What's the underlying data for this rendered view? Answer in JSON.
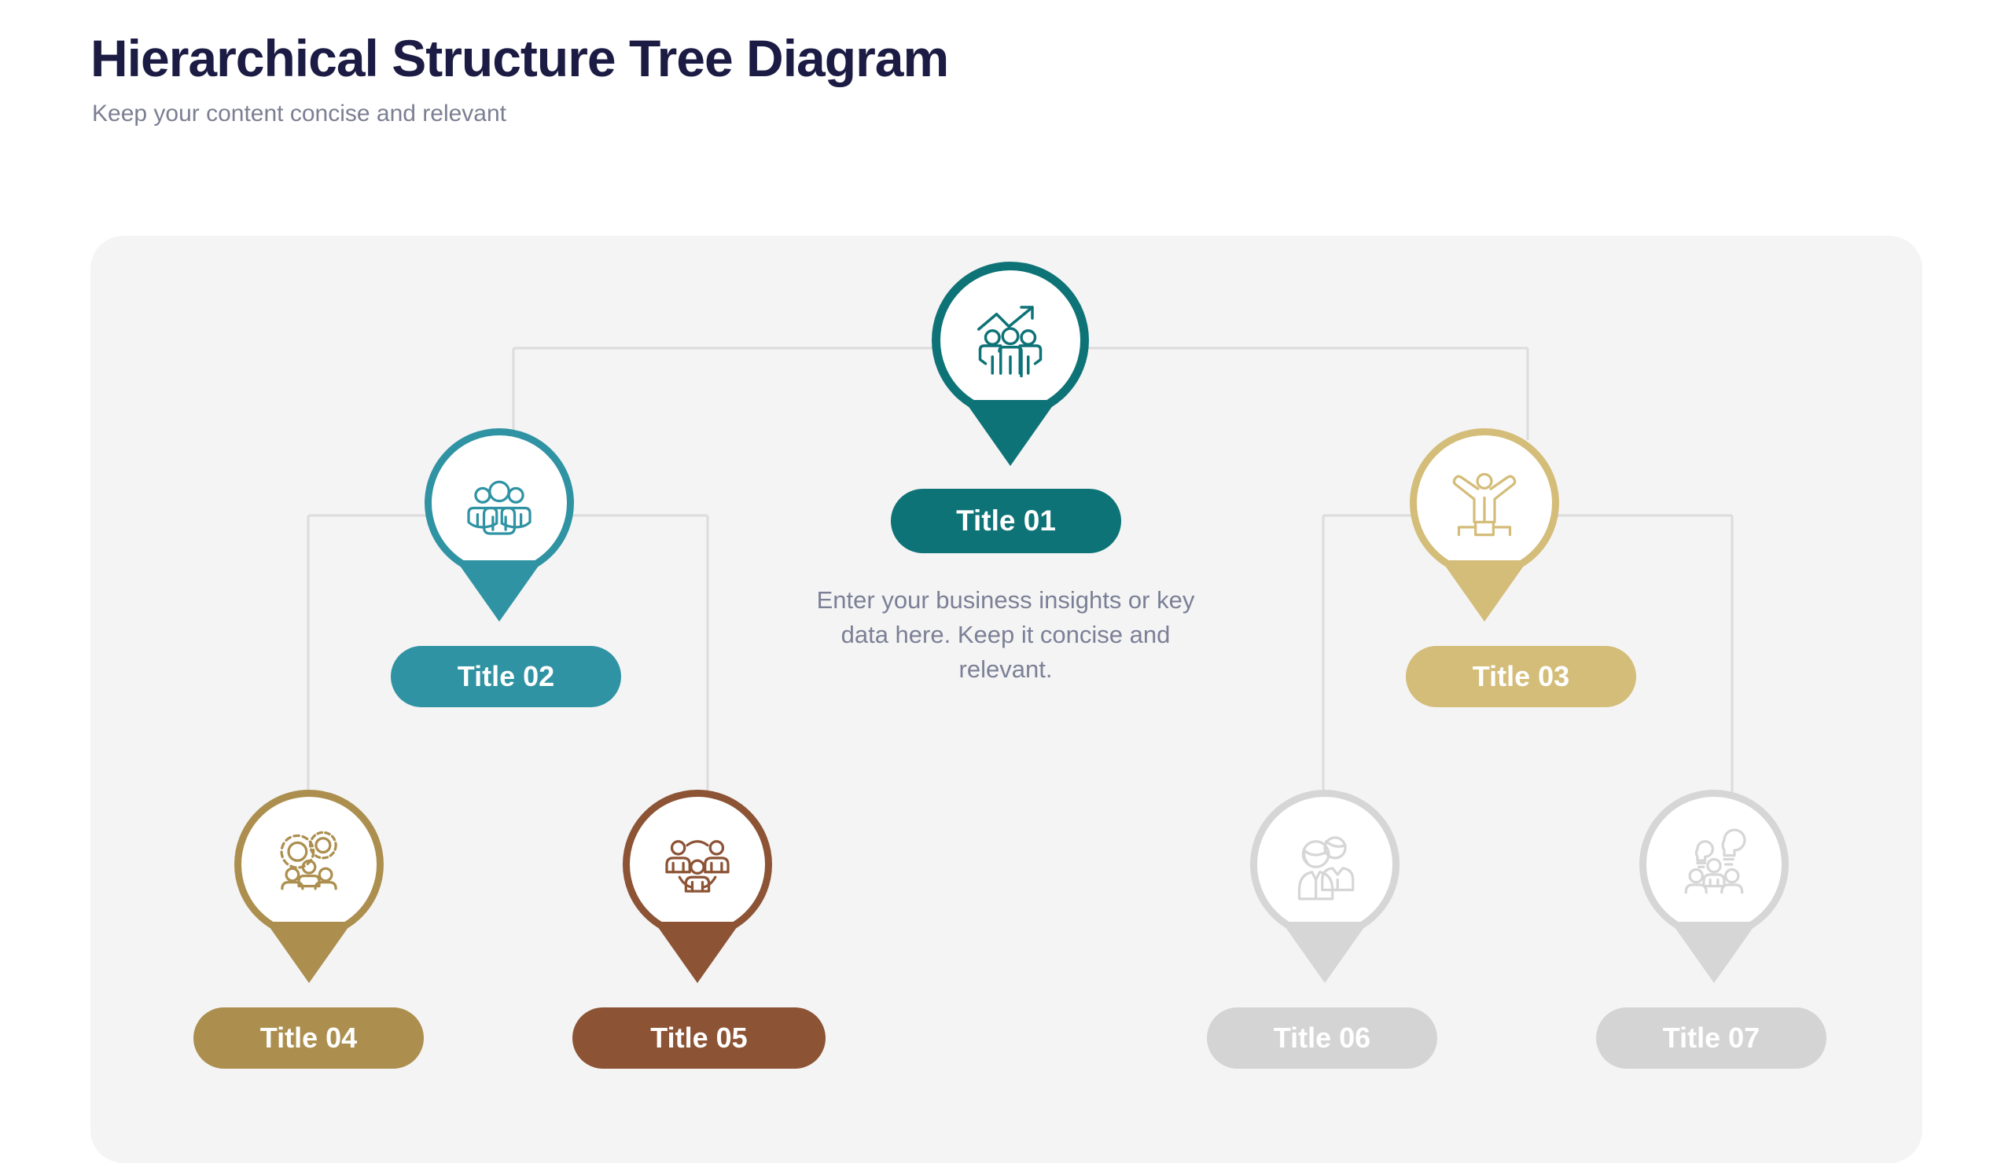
{
  "header": {
    "title": "Hierarchical Structure Tree Diagram",
    "subtitle": "Keep your content concise and relevant"
  },
  "colors": {
    "title_color": "#1b1b44",
    "subtitle_color": "#7b7f92",
    "board_bg": "#f4f4f4",
    "connector": "#dcdcdc",
    "node_01": "#0e7377",
    "node_02": "#2f93a3",
    "node_03": "#d4bd79",
    "node_04": "#ac8f4f",
    "node_05": "#8c5334",
    "node_06": "#d4d4d4",
    "node_07": "#d4d4d4"
  },
  "description": "Enter your business insights or key data here. Keep it concise and relevant.",
  "chart_data": {
    "type": "diagram",
    "title": "Hierarchical Structure Tree Diagram",
    "subtitle": "Keep your content concise and relevant",
    "layout": "tree",
    "levels": 3,
    "nodes": [
      {
        "id": "n1",
        "label": "Title 01",
        "level": 0,
        "color": "#0e7377",
        "icon": "team-growth-chart-icon",
        "parent": null
      },
      {
        "id": "n2",
        "label": "Title 02",
        "level": 1,
        "color": "#2f93a3",
        "icon": "group-of-people-icon",
        "parent": "n1"
      },
      {
        "id": "n3",
        "label": "Title 03",
        "level": 1,
        "color": "#d4bd79",
        "icon": "person-on-podium-icon",
        "parent": "n1"
      },
      {
        "id": "n4",
        "label": "Title 04",
        "level": 2,
        "color": "#ac8f4f",
        "icon": "gears-with-people-icon",
        "parent": "n2"
      },
      {
        "id": "n5",
        "label": "Title 05",
        "level": 2,
        "color": "#8c5334",
        "icon": "people-network-icon",
        "parent": "n2"
      },
      {
        "id": "n6",
        "label": "Title 06",
        "level": 2,
        "color": "#d4d4d4",
        "icon": "two-people-icon",
        "parent": "n3"
      },
      {
        "id": "n7",
        "label": "Title 07",
        "level": 2,
        "color": "#d4d4d4",
        "icon": "people-with-ideas-icon",
        "parent": "n3"
      }
    ],
    "edges": [
      {
        "from": "n1",
        "to": "n2"
      },
      {
        "from": "n1",
        "to": "n3"
      },
      {
        "from": "n2",
        "to": "n4"
      },
      {
        "from": "n2",
        "to": "n5"
      },
      {
        "from": "n3",
        "to": "n6"
      },
      {
        "from": "n3",
        "to": "n7"
      }
    ]
  },
  "nodes": {
    "n1": {
      "label": "Title 01"
    },
    "n2": {
      "label": "Title 02"
    },
    "n3": {
      "label": "Title 03"
    },
    "n4": {
      "label": "Title 04"
    },
    "n5": {
      "label": "Title 05"
    },
    "n6": {
      "label": "Title 06"
    },
    "n7": {
      "label": "Title 07"
    }
  }
}
